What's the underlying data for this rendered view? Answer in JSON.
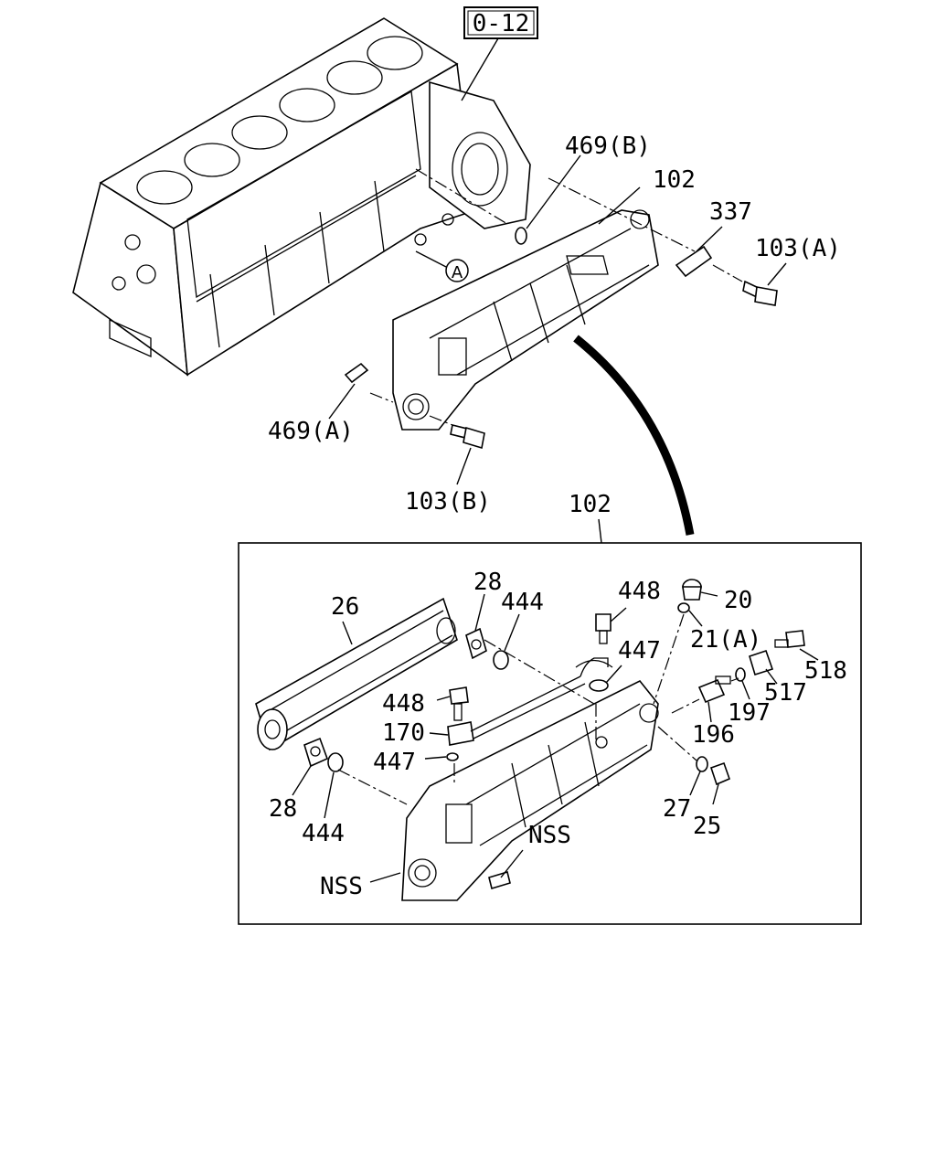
{
  "ref_box": "0-12",
  "callout_circle": "A",
  "labels": {
    "l469b": "469(B)",
    "l102_top": "102",
    "l337": "337",
    "l103a": "103(A)",
    "l469a": "469(A)",
    "l103b": "103(B)",
    "l102_box": "102",
    "l26": "26",
    "l28_top": "28",
    "l444_top": "444",
    "l448_top": "448",
    "l20": "20",
    "l21a": "21(A)",
    "l518": "518",
    "l517": "517",
    "l447_top": "447",
    "l197": "197",
    "l196": "196",
    "l448_mid": "448",
    "l170": "170",
    "l447_mid": "447",
    "l27": "27",
    "l25": "25",
    "l28_bot": "28",
    "l444_bot": "444",
    "l nss_right": "NSS",
    "lnss_right": "NSS",
    "lnss_left": "NSS"
  }
}
